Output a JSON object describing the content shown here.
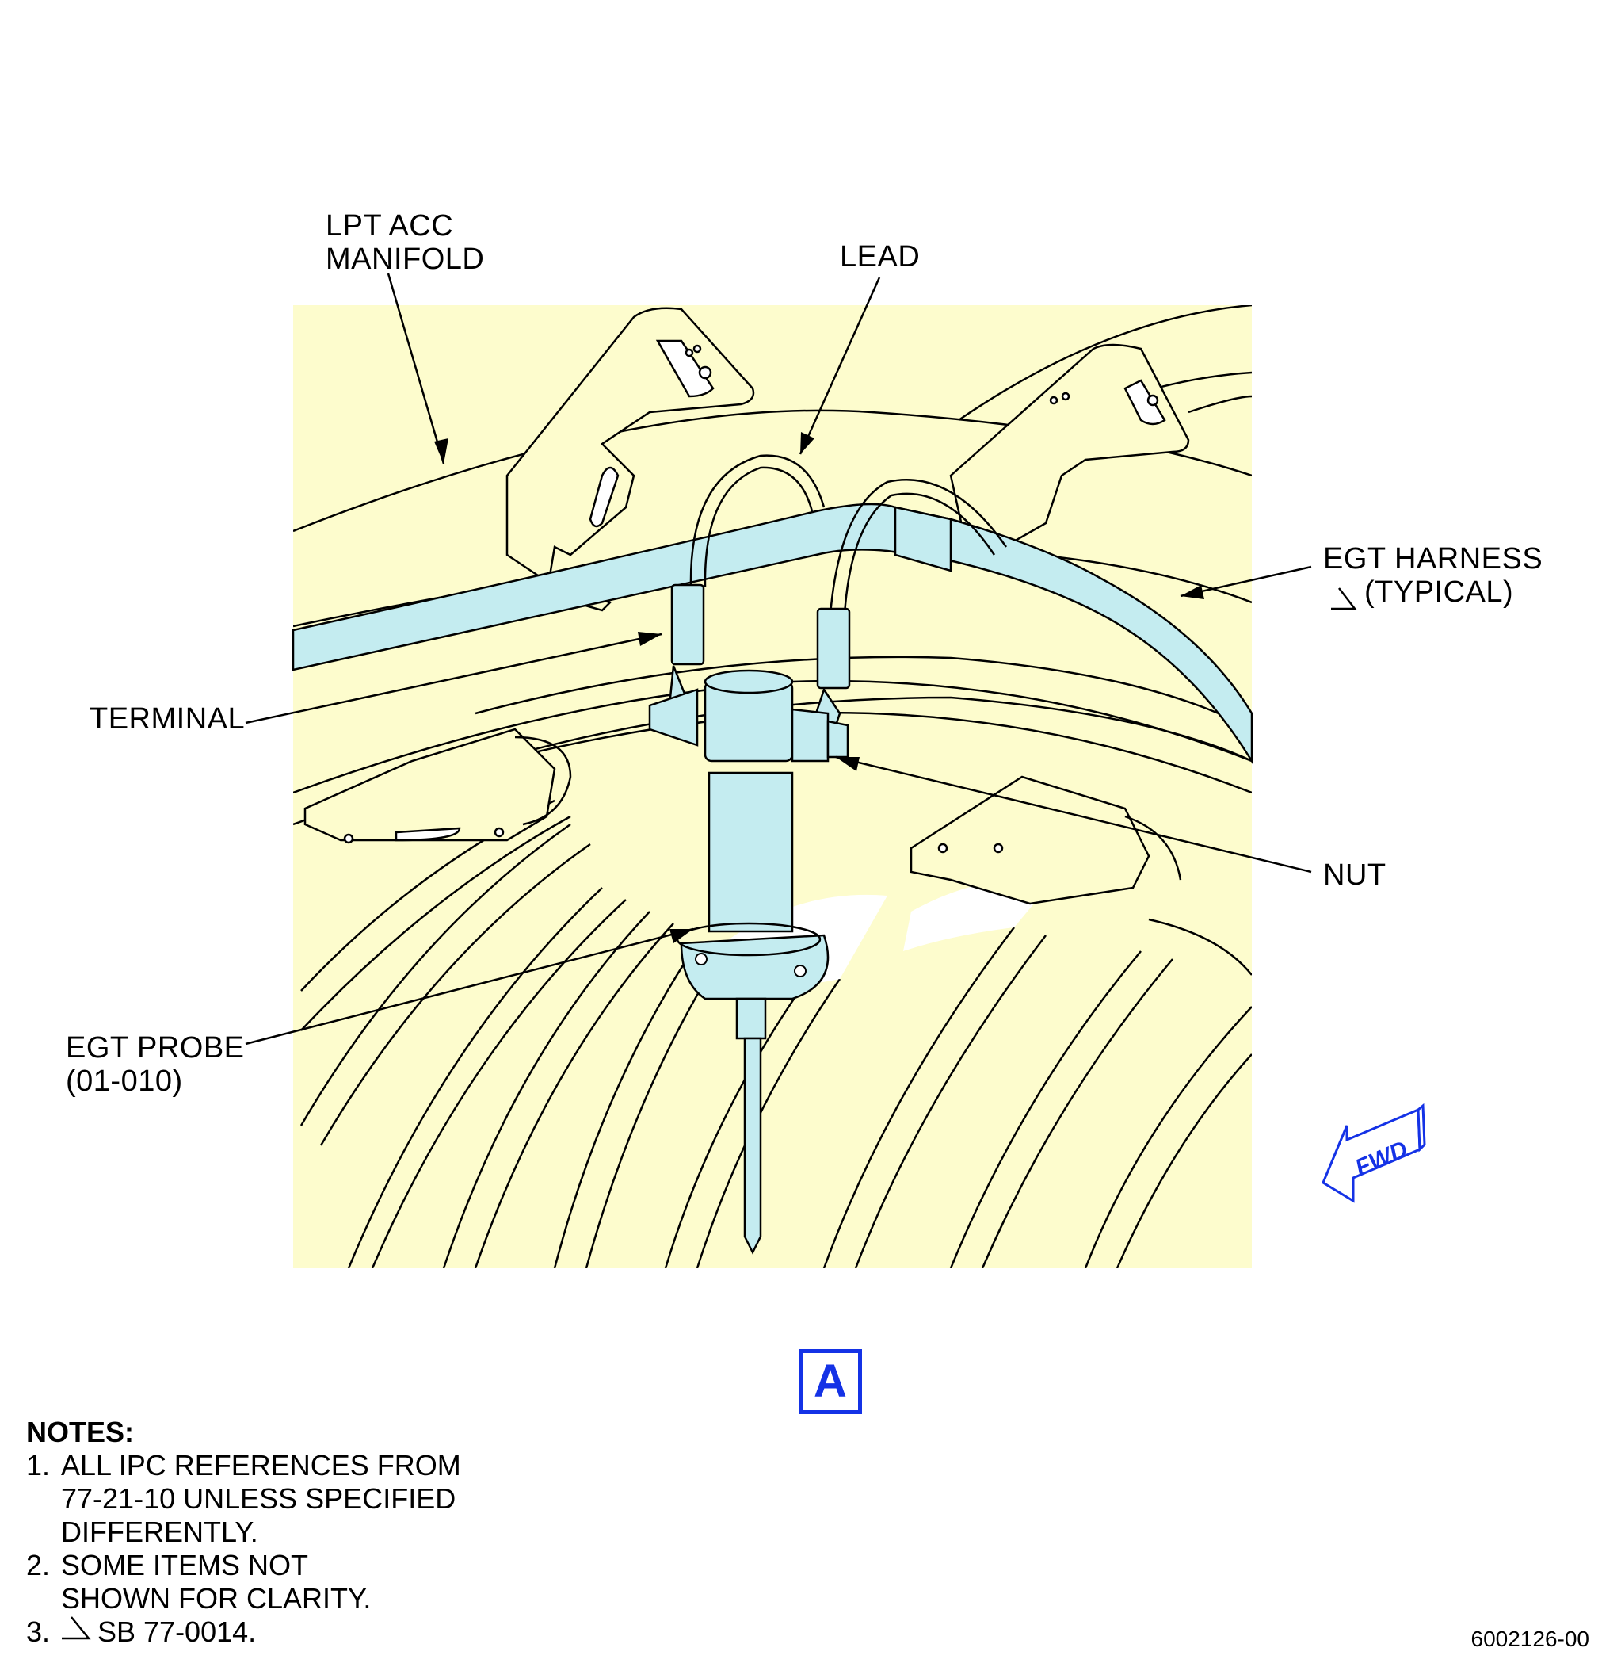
{
  "callouts": {
    "lpt_acc_manifold": [
      "LPT ACC",
      "MANIFOLD"
    ],
    "lead": "LEAD",
    "egt_harness": [
      "EGT HARNESS",
      "(TYPICAL)"
    ],
    "terminal": "TERMINAL",
    "nut": "NUT",
    "egt_probe": [
      "EGT PROBE",
      "(01-010)"
    ]
  },
  "fwd_arrow": {
    "label": "FWD",
    "color": "#1432e6"
  },
  "view": {
    "label": "A",
    "color": "#1432e6"
  },
  "notes": {
    "heading": "NOTES:",
    "items": [
      {
        "num": "1.",
        "text": "ALL IPC REFERENCES FROM 77-21-10 UNLESS SPECIFIED DIFFERENTLY."
      },
      {
        "num": "2.",
        "text": "SOME ITEMS NOT SHOWN FOR CLARITY."
      },
      {
        "num": "3.",
        "text": "SB 77-0014."
      }
    ]
  },
  "figure_number": "6002126-00",
  "colors": {
    "structure_fill": "#fdfccd",
    "harness_fill": "#c4ecf0",
    "outline": "#000000",
    "accent": "#1432e6"
  }
}
